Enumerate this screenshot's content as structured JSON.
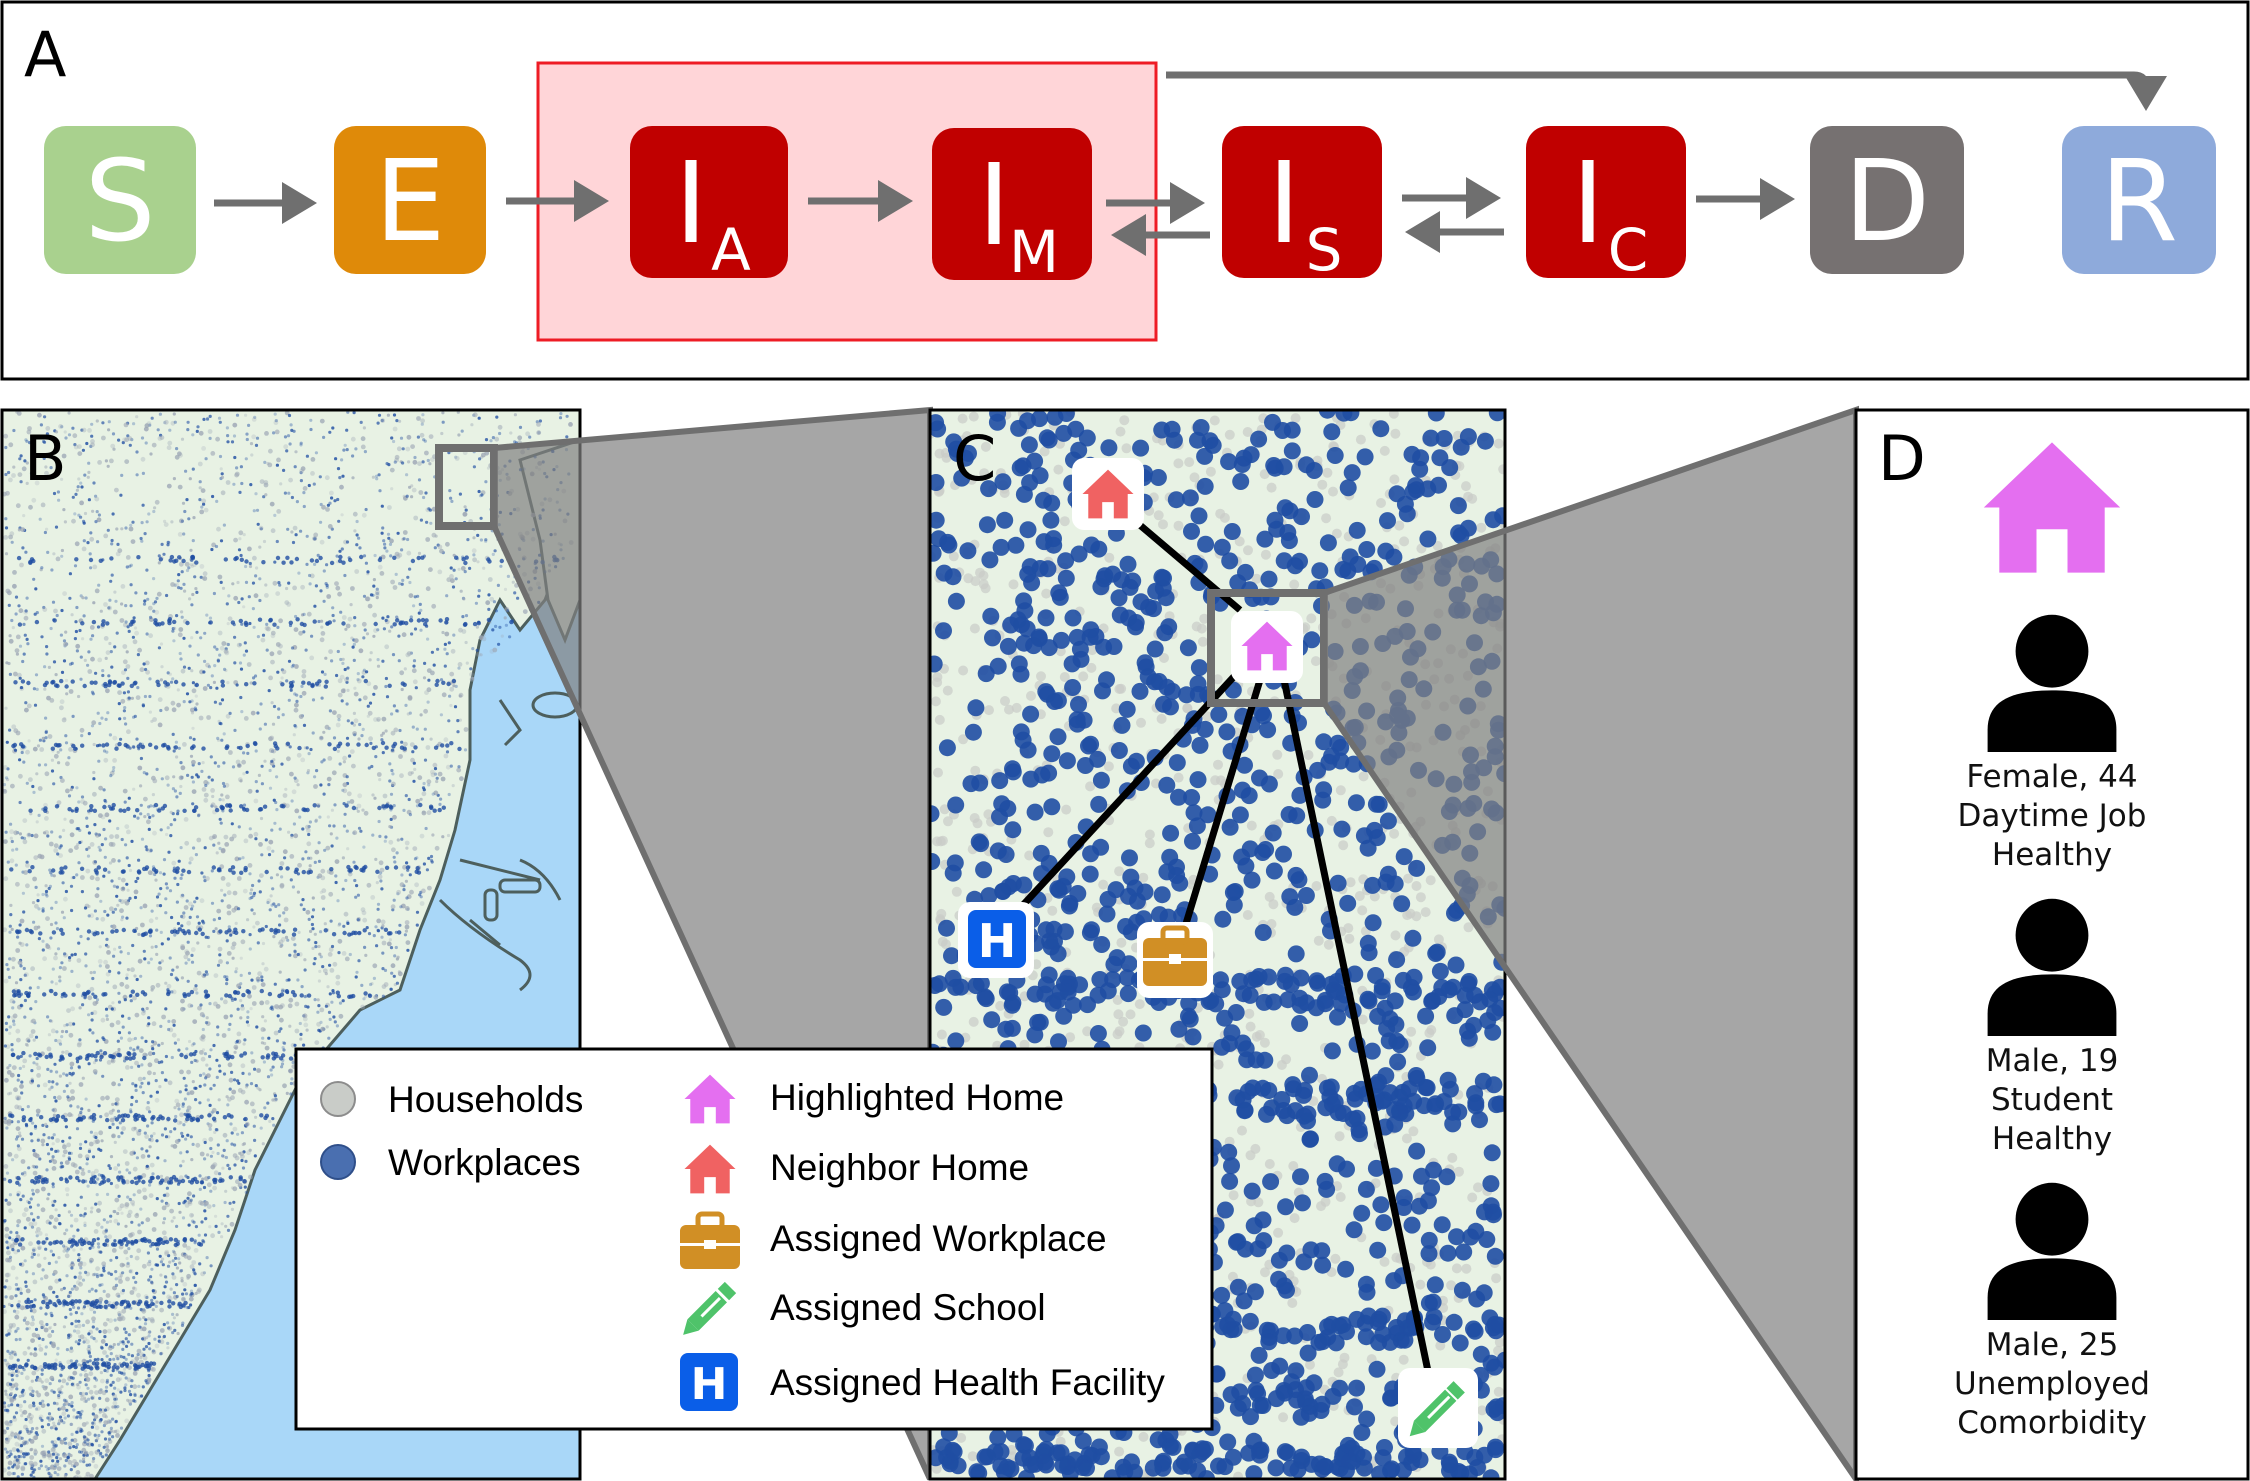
{
  "panel_a": {
    "label": "A",
    "states": [
      {
        "id": "S",
        "letter": "S",
        "sub": "",
        "color": "#a9d18e"
      },
      {
        "id": "E",
        "letter": "E",
        "sub": "",
        "color": "#df8a09"
      },
      {
        "id": "IA",
        "letter": "I",
        "sub": "A",
        "color": "#c00000"
      },
      {
        "id": "IM",
        "letter": "I",
        "sub": "M",
        "color": "#c00000"
      },
      {
        "id": "IS",
        "letter": "I",
        "sub": "S",
        "color": "#c00000"
      },
      {
        "id": "IC",
        "letter": "I",
        "sub": "C",
        "color": "#c00000"
      },
      {
        "id": "D",
        "letter": "D",
        "sub": "",
        "color": "#767171"
      },
      {
        "id": "R",
        "letter": "R",
        "sub": "",
        "color": "#8eaadb"
      }
    ],
    "highlight_fill": "#ffd5d8",
    "highlight_stroke": "#ee1c25",
    "arrow_color": "#6f6f6f"
  },
  "panel_b": {
    "label": "B",
    "water_color": "#a9d7f8",
    "land_color": "#e8f2e4",
    "dot_color": "#1f4ea3"
  },
  "panel_c": {
    "label": "C"
  },
  "panel_d": {
    "label": "D",
    "home_color": "#e46ff0",
    "people": [
      {
        "line1": "Female, 44",
        "line2": "Daytime Job",
        "line3": "Healthy"
      },
      {
        "line1": "Male, 19",
        "line2": "Student",
        "line3": "Healthy"
      },
      {
        "line1": "Male, 25",
        "line2": "Unemployed",
        "line3": "Comorbidity"
      }
    ]
  },
  "legend": {
    "households": "Households",
    "workplaces": "Workplaces",
    "highlighted_home": "Highlighted Home",
    "neighbor_home": "Neighbor Home",
    "assigned_workplace": "Assigned Workplace",
    "assigned_school": "Assigned School",
    "assigned_health_facility": "Assigned Health Facility"
  },
  "colors": {
    "household_dot": "#c9ccc8",
    "workplace_dot": "#1f4ea3",
    "highlighted_home": "#e46ff0",
    "neighbor_home": "#f06262",
    "workplace_icon": "#d18f25",
    "school_icon": "#4fc36a",
    "health_icon": "#0a5ee8"
  }
}
